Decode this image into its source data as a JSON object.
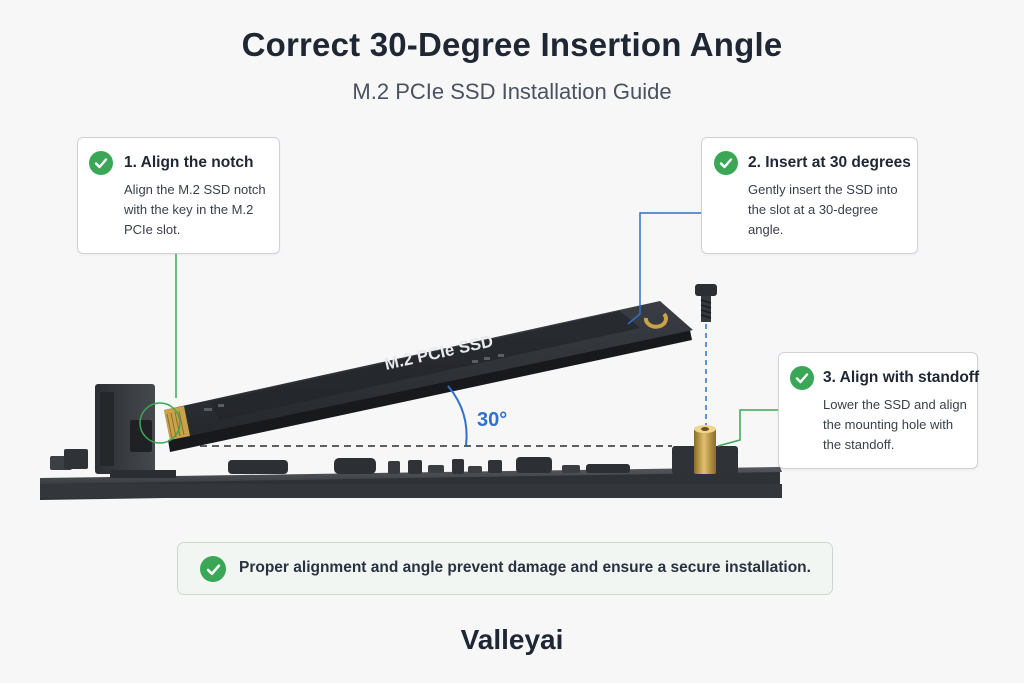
{
  "header": {
    "title": "Correct 30-Degree Insertion Angle",
    "subtitle": "M.2 PCIe SSD Installation Guide"
  },
  "diagram": {
    "ssd_label": "M.2 PCIe SSD",
    "angle_label": "30°",
    "angle_degrees": 30
  },
  "steps": [
    {
      "title": "1. Align the notch",
      "lines": [
        "Align the M.2 SSD notch",
        "with the key in the M.2",
        "PCIe slot."
      ]
    },
    {
      "title": "2. Insert at 30 degrees",
      "lines": [
        "Gently insert the SSD into",
        "the slot at a 30-degree",
        "angle."
      ]
    },
    {
      "title": "3. Align with standoff",
      "lines": [
        "Lower the SSD and align",
        "the mounting hole with",
        "the standoff."
      ]
    }
  ],
  "banner": {
    "text": "Proper alignment and angle prevent damage and ensure a secure installation."
  },
  "brand": {
    "name": "Valleyai"
  },
  "colors": {
    "check_green": "#3aa757",
    "leader_green": "#3aa757",
    "leader_blue": "#2f6fd1",
    "angle_blue": "#2f6fd1",
    "board": "#3b3e43",
    "ssd": "#2a2d31",
    "brass": "#c9a24a"
  },
  "icons": {
    "step_check": "check-circle-icon",
    "screw": "screw-icon",
    "standoff": "brass-standoff-icon"
  }
}
